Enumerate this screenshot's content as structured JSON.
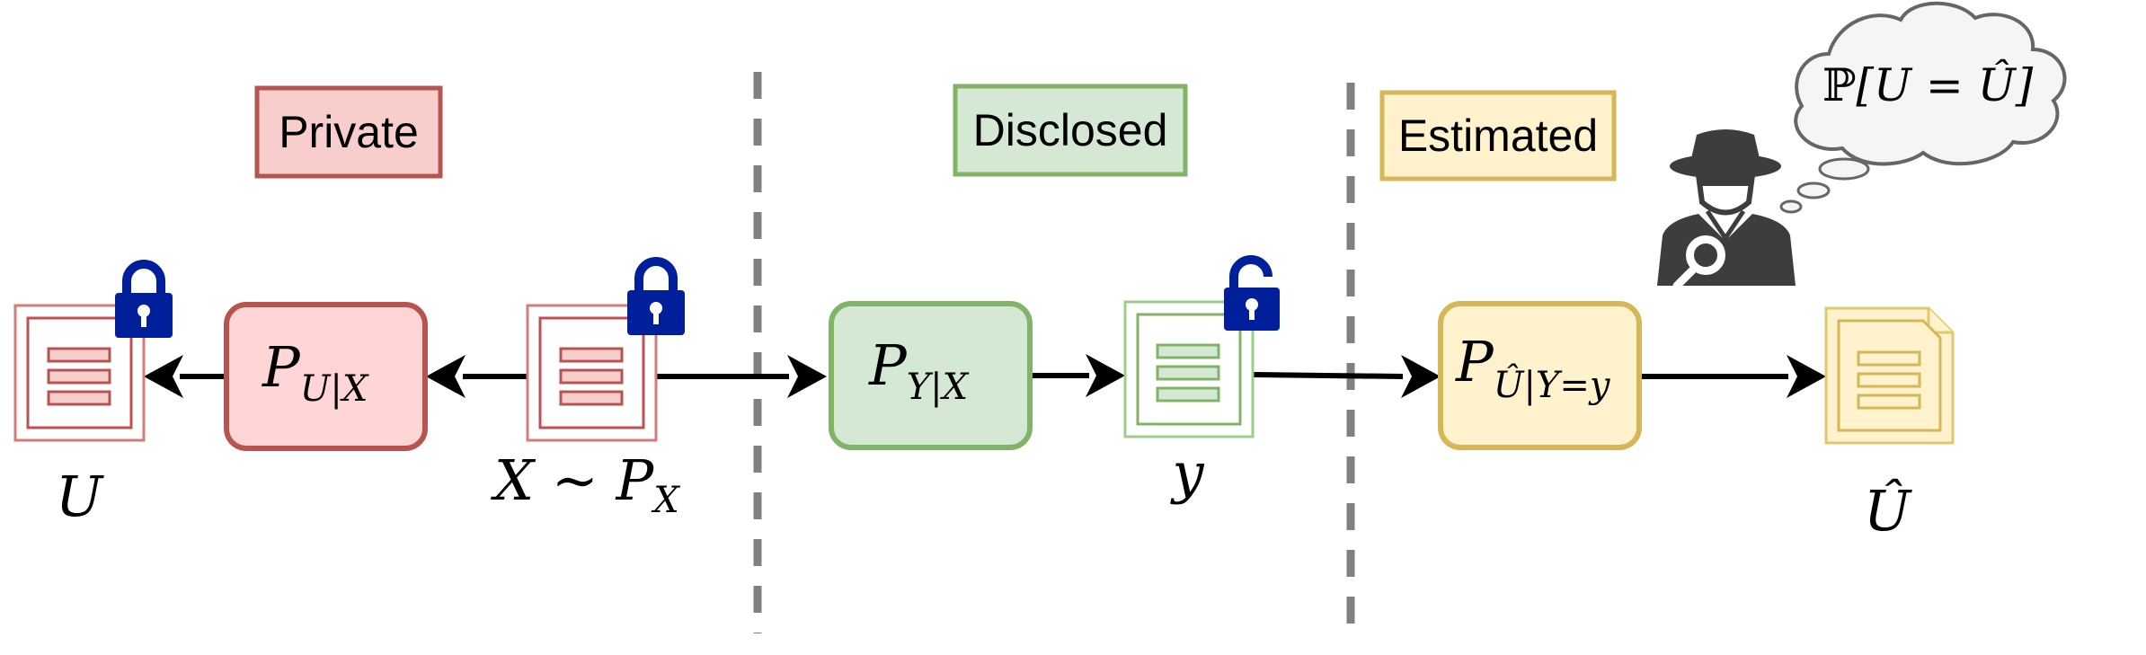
{
  "zones": {
    "private": {
      "label": "Private",
      "fill": "#f8cecc",
      "stroke": "#b85450"
    },
    "disclosed": {
      "label": "Disclosed",
      "fill": "#d5e8d4",
      "stroke": "#82b366"
    },
    "estimated": {
      "label": "Estimated",
      "fill": "#fff2cc",
      "stroke": "#d6b656"
    }
  },
  "channels": {
    "p_u_given_x": {
      "symbol": "P",
      "subscript": "U|X"
    },
    "p_y_given_x": {
      "symbol": "P",
      "subscript": "Y|X"
    },
    "p_uhat_given_y": {
      "symbol": "P",
      "subscript_pre": "Û",
      "subscript_post": "|Y=y"
    }
  },
  "variables": {
    "u": "U",
    "x_dist_left": "X ∼ P",
    "x_dist_sub": "X",
    "y": "y",
    "u_hat": "Û"
  },
  "thought": {
    "prob_symbol": "ℙ",
    "expression": "[U = Û]"
  },
  "icons": {
    "doc_u": "document-icon",
    "doc_x": "document-icon",
    "doc_y": "document-icon",
    "doc_uhat": "document-icon",
    "lock_u": "lock-closed-icon",
    "lock_x": "lock-closed-icon",
    "lock_y": "lock-open-icon",
    "adversary": "spy-icon"
  },
  "colors": {
    "lock": "#001f9b",
    "divider": "#808080",
    "arrow": "#000000",
    "spy": "#3d3d3d",
    "cloud_fill": "#f5f5f5",
    "cloud_stroke": "#666666"
  }
}
